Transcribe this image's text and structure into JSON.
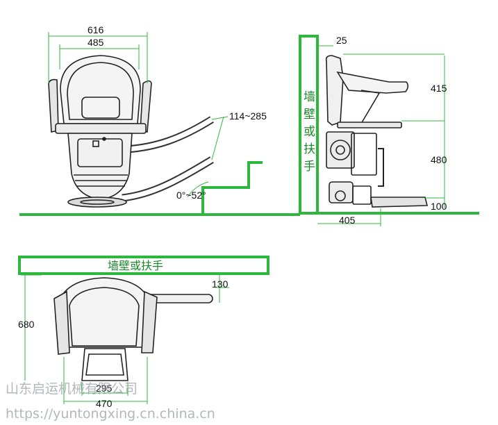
{
  "side_view": {
    "width_outer": "616",
    "width_inner": "485",
    "footrest_range": "114~285",
    "incline_range": "0°~52°"
  },
  "profile_view": {
    "wall_gap": "25",
    "arm_height": "415",
    "seat_height": "480",
    "footrest_height": "100",
    "depth": "405",
    "wall_label_chars": [
      "墙",
      "壁",
      "或",
      "扶",
      "手"
    ]
  },
  "top_view": {
    "wall_label": "墙壁或扶手",
    "rail_gap": "130",
    "length": "680",
    "inner_width": "295",
    "outer_width": "470"
  },
  "watermark": {
    "company": "山东启运机械有限公司",
    "url": "https://yuntongxing.cn.china.cn"
  },
  "colors": {
    "accent": "#2db83d",
    "line": "#1a1a1a",
    "dim_line": "#2db83d"
  }
}
